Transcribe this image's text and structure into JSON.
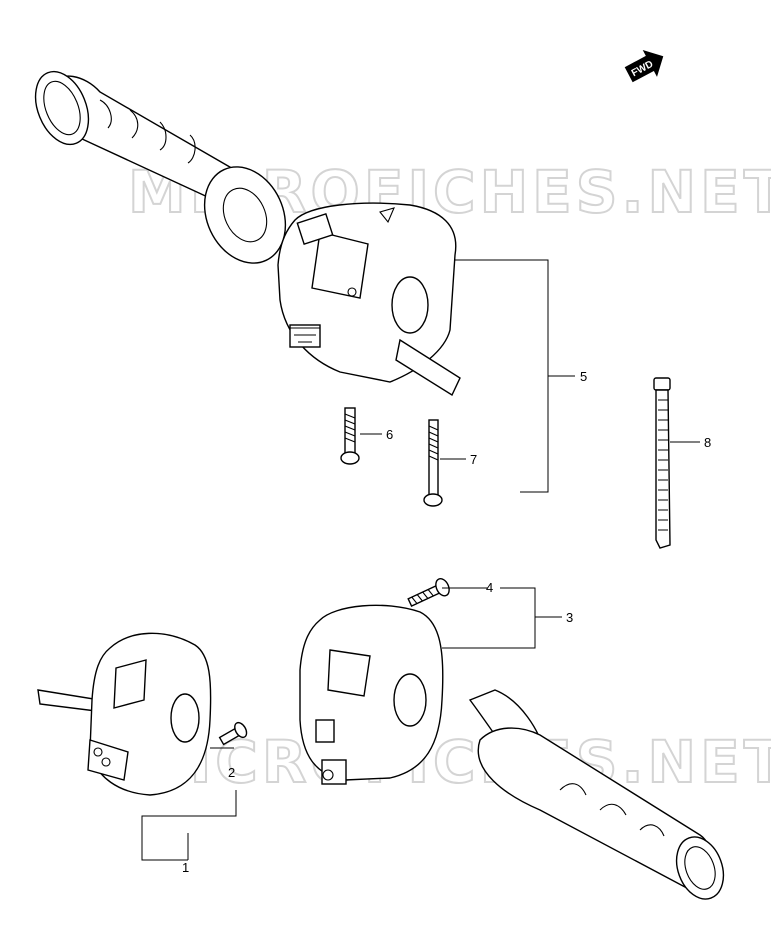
{
  "watermark": "MICROFICHES.NET",
  "direction_badge": "FWD",
  "callouts": [
    {
      "id": "1",
      "label": "1"
    },
    {
      "id": "2",
      "label": "2"
    },
    {
      "id": "3",
      "label": "3"
    },
    {
      "id": "4",
      "label": "4"
    },
    {
      "id": "5",
      "label": "5"
    },
    {
      "id": "6",
      "label": "6"
    },
    {
      "id": "7",
      "label": "7"
    },
    {
      "id": "8",
      "label": "8"
    }
  ]
}
